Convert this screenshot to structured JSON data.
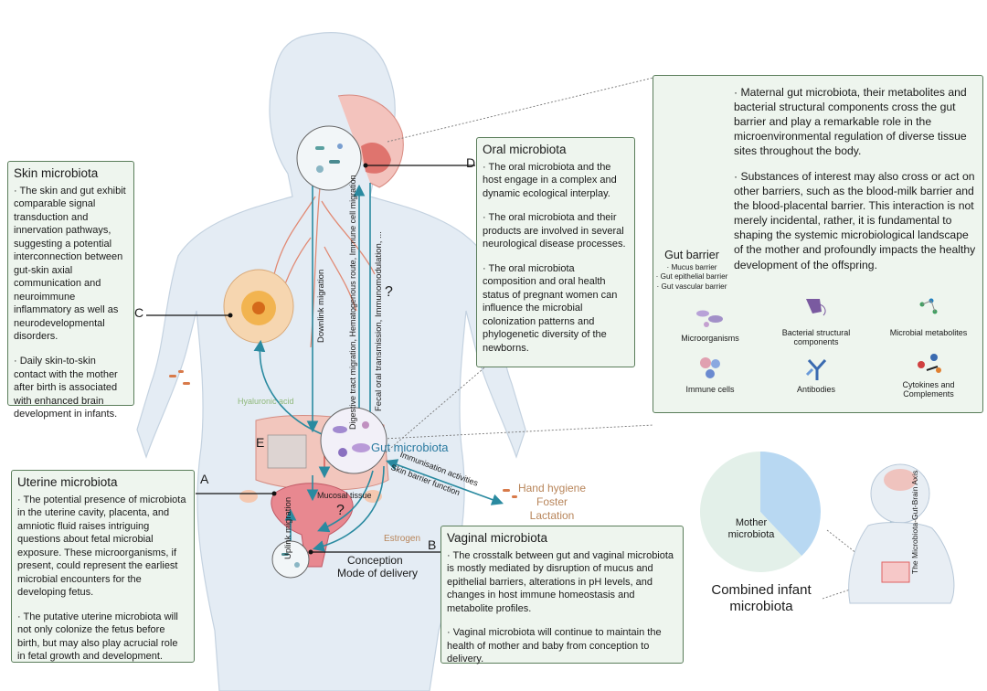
{
  "skin": {
    "title": "Skin microbiota",
    "p1": "· The skin and gut exhibit comparable signal transduction and innervation pathways, suggesting a potential interconnection between gut-skin axial communication and neuroimmune inflammatory as well as neurodevelopmental disorders.",
    "p2": "· Daily skin-to-skin contact with the mother after birth is associated with enhanced brain development in infants."
  },
  "oral": {
    "title": "Oral microbiota",
    "p1": "· The oral microbiota and the host engage in a complex and dynamic ecological interplay.",
    "p2": "· The oral microbiota and their products are involved in several neurological disease processes.",
    "p3": "· The oral microbiota composition and oral health status of pregnant women can influence the microbial colonization patterns and phylogenetic diversity of the newborns."
  },
  "uterine": {
    "title": "Uterine microbiota",
    "p1": "· The potential presence of microbiota in the uterine cavity, placenta, and amniotic fluid raises intriguing questions about fetal microbial exposure. These microorganisms, if present, could represent the earliest microbial encounters for the developing fetus.",
    "p2": "· The  putative uterine microbiota will not only colonize the fetus before birth, but may also play acrucial role in fetal growth and development."
  },
  "vaginal": {
    "title": "Vaginal microbiota",
    "p1": "· The crosstalk between gut and vaginal microbiota is mostly mediated by disruption of mucus and epithelial barriers, alterations in pH levels, and changes in host immune homeostasis and metabolite profiles.",
    "p2": "· Vaginal microbiota will continue to maintain the health of mother and baby from conception to delivery."
  },
  "gut_panel": {
    "p1": "· Maternal gut microbiota, their metabolites and bacterial structural components cross the gut barrier and play a remarkable role in the microenvironmental regulation of diverse tissue sites throughout the body.",
    "p2": "· Substances of interest may also cross or act on other barriers, such as the blood-milk barrier and the blood-placental barrier. This interaction is not merely incidental, rather, it is fundamental to shaping the systemic microbiological landscape of the mother and profoundly impacts the healthy development of the offspring.",
    "barrier_title": "Gut  barrier",
    "barrier_items": [
      "· Mucus barrier",
      "· Gut epithelial barrier",
      "· Gut vascular barrier"
    ],
    "icons": [
      {
        "label": "Microorganisms",
        "icon": "microorganisms-icon"
      },
      {
        "label": "Bacterial structural components",
        "icon": "bacterial-components-icon"
      },
      {
        "label": "Microbial metabolites",
        "icon": "metabolites-icon"
      },
      {
        "label": "Immune cells",
        "icon": "immune-cells-icon"
      },
      {
        "label": "Antibodies",
        "icon": "antibodies-icon"
      },
      {
        "label": "Cytokines and Complements",
        "icon": "cytokines-icon"
      }
    ]
  },
  "labels": {
    "A": "A",
    "B": "B",
    "C": "C",
    "D": "D",
    "E": "E",
    "gut_microbiota": "Gut microbiota",
    "hyaluronic_acid": "Hyaluronic acid",
    "mucosal_tissue": "Mucosal tissue",
    "estrogen": "Estrogen",
    "conception": "Conception",
    "mode_of_delivery": "Mode of delivery",
    "immunisation": "Immunisation activities",
    "skin_barrier": "Skin barrier function",
    "hand_hygiene": "Hand hygiene",
    "foster": "Foster",
    "lactation": "Lactation",
    "downlink_migration": "Downlink migration",
    "uplink_migration": "Uplink migration",
    "digestive_route": "Digestive tract migration, Hematogenous route, Immune cell migration",
    "fecal_route": "Fecal oral transmission, Immunomodulation, ...",
    "question": "?",
    "mother_microbiota": "Mother microbiota",
    "combined_infant": "Combined infant microbiota",
    "brain_axis": "The Microbiota-Gut-Brain Axis"
  },
  "pie_data": {
    "slices": [
      {
        "label": "Mother microbiota",
        "fraction": 0.62,
        "color": "#e3f0e9"
      },
      {
        "label": "",
        "fraction": 0.38,
        "color": "#b8d8f2"
      }
    ]
  },
  "colors": {
    "box_fill": "#eef5ee",
    "box_border": "#5a7d5a",
    "teal": "#2a8aa0",
    "gut_text": "#2a7aa0",
    "orange_text": "#b8855a",
    "green_text": "#8fb87a",
    "pie_border": "#ff0000"
  }
}
